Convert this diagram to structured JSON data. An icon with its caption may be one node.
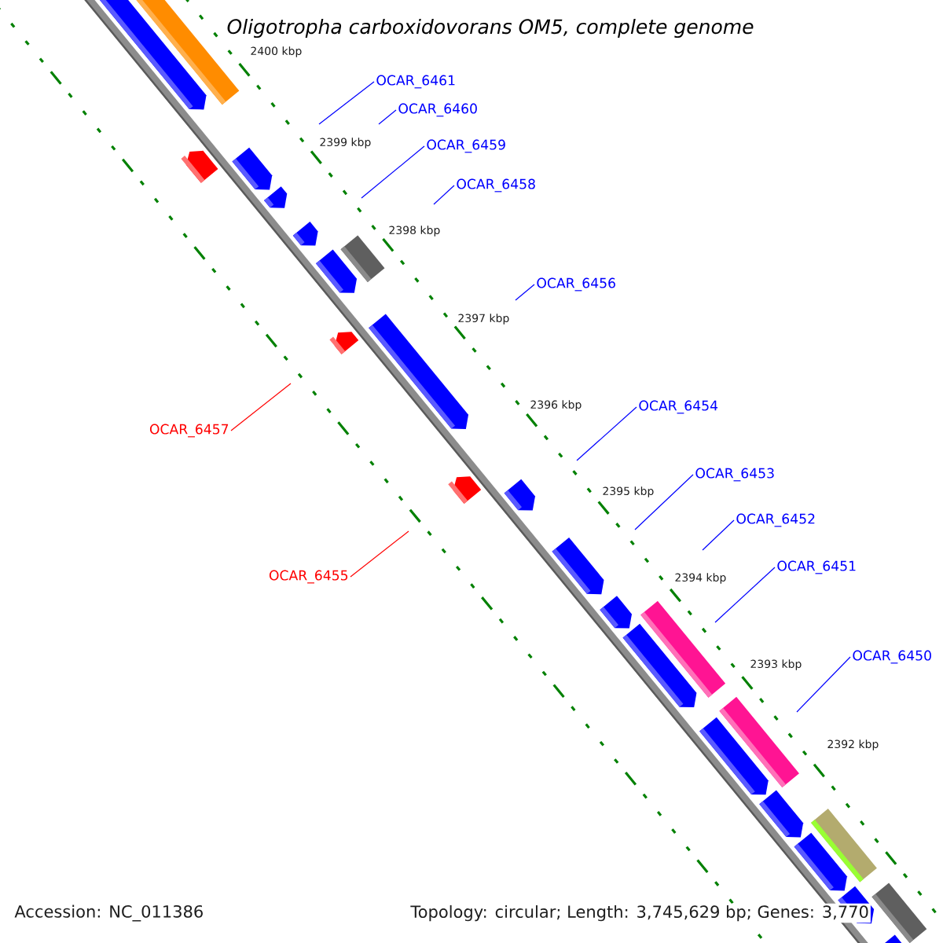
{
  "diagram": {
    "title": "Oligotropha carboxidovorans OM5, complete genome",
    "nodes": [
      {
        "text": [
          "OCAR_6461"
        ]
      },
      {
        "text": [
          "OCAR_6460"
        ]
      },
      {
        "text": [
          "OCAR_6459"
        ]
      },
      {
        "text": [
          "OCAR_6458"
        ]
      },
      {
        "text": [
          "OCAR_6456"
        ]
      },
      {
        "text": [
          "OCAR_6454"
        ]
      },
      {
        "text": [
          "OCAR_6457"
        ]
      },
      {
        "text": [
          "OCAR_6453"
        ]
      },
      {
        "text": [
          "OCAR_6452"
        ]
      },
      {
        "text": [
          "OCAR_6451"
        ]
      },
      {
        "text": [
          "OCAR_6455"
        ]
      },
      {
        "text": [
          "OCAR_6450"
        ]
      }
    ],
    "edges": [
      {
        "from": 0,
        "to": null,
        "arrow": "none"
      },
      {
        "from": 1,
        "to": null,
        "arrow": "none"
      },
      {
        "from": 2,
        "to": null,
        "arrow": "none"
      },
      {
        "from": 3,
        "to": null,
        "arrow": "none"
      },
      {
        "from": 4,
        "to": null,
        "arrow": "none"
      },
      {
        "from": 5,
        "to": null,
        "arrow": "none"
      },
      {
        "from": 6,
        "to": null,
        "arrow": "none",
        "color": "#ff0000"
      },
      {
        "from": 7,
        "to": null,
        "arrow": "none"
      },
      {
        "from": 8,
        "to": null,
        "arrow": "none"
      },
      {
        "from": 9,
        "to": null,
        "arrow": "none"
      },
      {
        "from": 10,
        "to": null,
        "arrow": "none",
        "color": "#ff0000"
      },
      {
        "from": 11,
        "to": null,
        "arrow": "none"
      }
    ],
    "labels": [
      "2400 kbp",
      "2399 kbp",
      "2398 kbp",
      "2397 kbp",
      "2396 kbp",
      "2395 kbp",
      "2394 kbp",
      "2393 kbp",
      "2392 kbp",
      "Accession: NC_011386",
      "Topology: circular; Length: 3,745,629 bp; Genes: 3,770"
    ]
  }
}
